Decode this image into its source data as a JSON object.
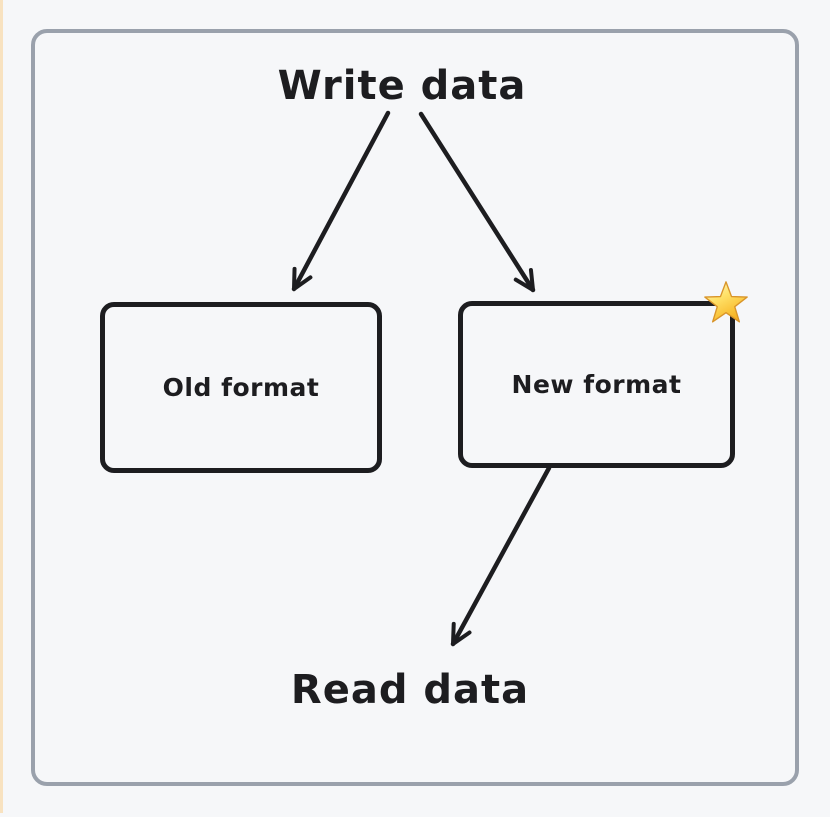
{
  "diagram": {
    "title": "Write data",
    "footer": "Read data",
    "nodes": [
      {
        "id": "old-format",
        "label": "Old format"
      },
      {
        "id": "new-format",
        "label": "New format",
        "badge": "star-icon"
      }
    ],
    "edges": [
      {
        "from": "Write data",
        "to": "Old format"
      },
      {
        "from": "Write data",
        "to": "New format"
      },
      {
        "from": "New format",
        "to": "Read data"
      }
    ],
    "colors": {
      "background": "#f6f7f9",
      "frame_border": "#9aa1ac",
      "left_strip": "#f8e2c0",
      "stroke": "#1d1d20",
      "star_light": "#fff6c4",
      "star_dark": "#f7b322",
      "star_edge": "#d9952a"
    }
  }
}
